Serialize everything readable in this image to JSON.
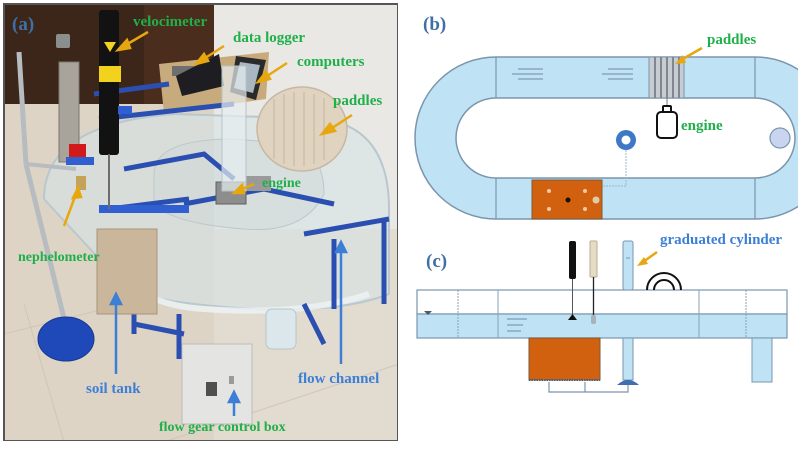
{
  "figure": {
    "panels": [
      {
        "id": "a",
        "tag": "(a)",
        "type": "photograph"
      },
      {
        "id": "b",
        "tag": "(b)",
        "type": "top-view schematic"
      },
      {
        "id": "c",
        "tag": "(c)",
        "type": "side-view schematic"
      }
    ]
  },
  "panel_a": {
    "tag": "(a)",
    "labels": {
      "velocimeter": "velocimeter",
      "data_logger": "data logger",
      "computers": "computers",
      "paddles": "paddles",
      "engine": "engine",
      "nephelometer": "nephelometer",
      "soil_tank": "soil tank",
      "flow_channel": "flow channel",
      "flow_gear_control_box": "flow gear control box"
    }
  },
  "panel_b": {
    "tag": "(b)",
    "labels": {
      "paddles": "paddles",
      "engine": "engine"
    }
  },
  "panel_c": {
    "tag": "(c)",
    "labels": {
      "graduated_cylinder": "graduated cylinder"
    }
  },
  "colors": {
    "water": "#bfe3f5",
    "channel_stroke": "#7a95ad",
    "soil": "#d2610f",
    "label_green": "#1fb04a",
    "label_blue": "#3d7fd6",
    "arrow_orange": "#e6a70f",
    "tag_blue": "#3f6fa6",
    "frame_blue": "#2a4fb0"
  }
}
